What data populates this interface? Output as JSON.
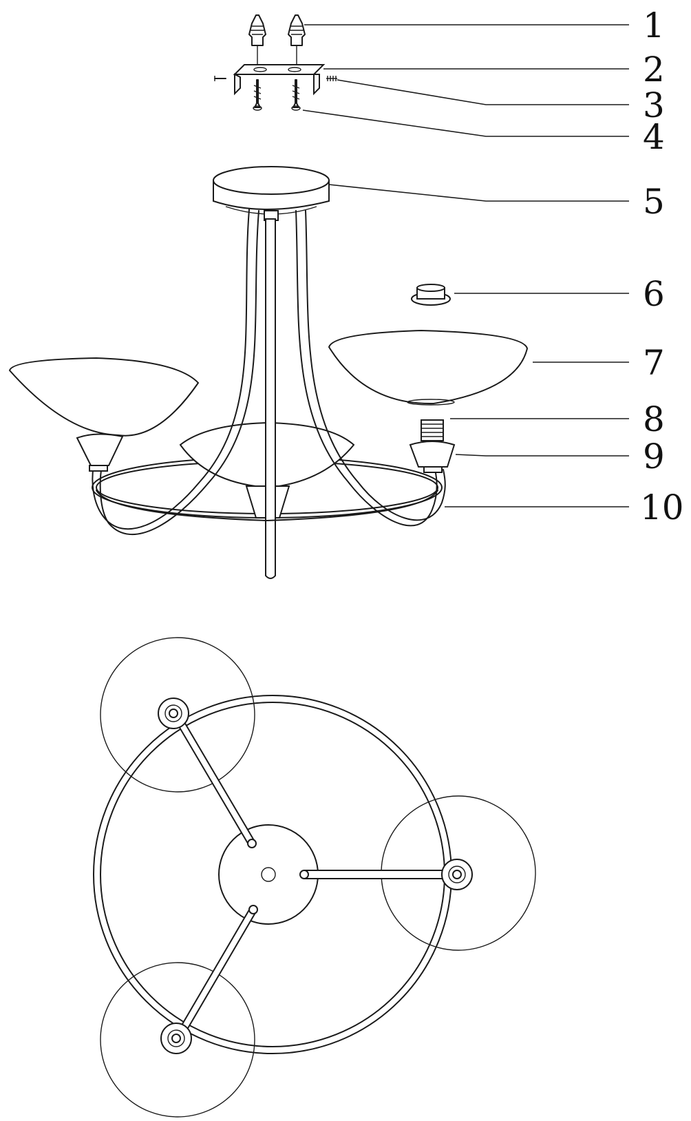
{
  "diagram": {
    "callouts": [
      {
        "id": "1",
        "label": "1"
      },
      {
        "id": "2",
        "label": "2"
      },
      {
        "id": "3",
        "label": "3"
      },
      {
        "id": "4",
        "label": "4"
      },
      {
        "id": "5",
        "label": "5"
      },
      {
        "id": "6",
        "label": "6"
      },
      {
        "id": "7",
        "label": "7"
      },
      {
        "id": "8",
        "label": "8"
      },
      {
        "id": "9",
        "label": "9"
      },
      {
        "id": "10",
        "label": "10"
      }
    ]
  },
  "colors": {
    "line": "#1a1a1a",
    "background": "#ffffff"
  }
}
